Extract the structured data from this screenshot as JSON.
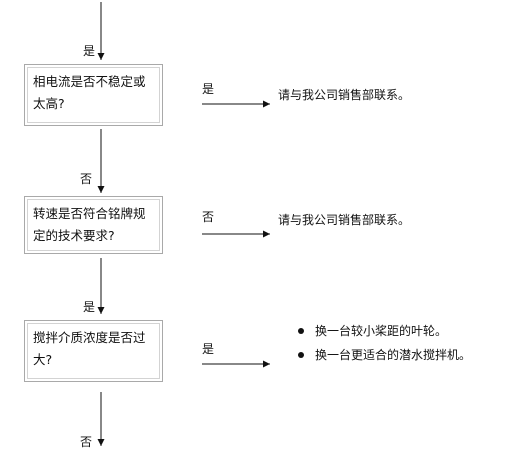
{
  "steps": [
    {
      "question": "相电流是否不稳定或太高?",
      "branch_label": "是",
      "branch_text": "请与我公司销售部联系。",
      "down_label": "否"
    },
    {
      "question": "转速是否符合铭牌规定的技术要求?",
      "branch_label": "否",
      "branch_text": "请与我公司销售部联系。",
      "down_label": "是"
    },
    {
      "question": "搅拌介质浓度是否过大?",
      "branch_label": "是",
      "branch_items": [
        "换一台较小桨距的叶轮。",
        "换一台更适合的潜水搅拌机。"
      ],
      "down_label": "否"
    }
  ],
  "entry_label": "是",
  "colors": {
    "line": "#111111",
    "box_border": "#a9a9a9"
  }
}
